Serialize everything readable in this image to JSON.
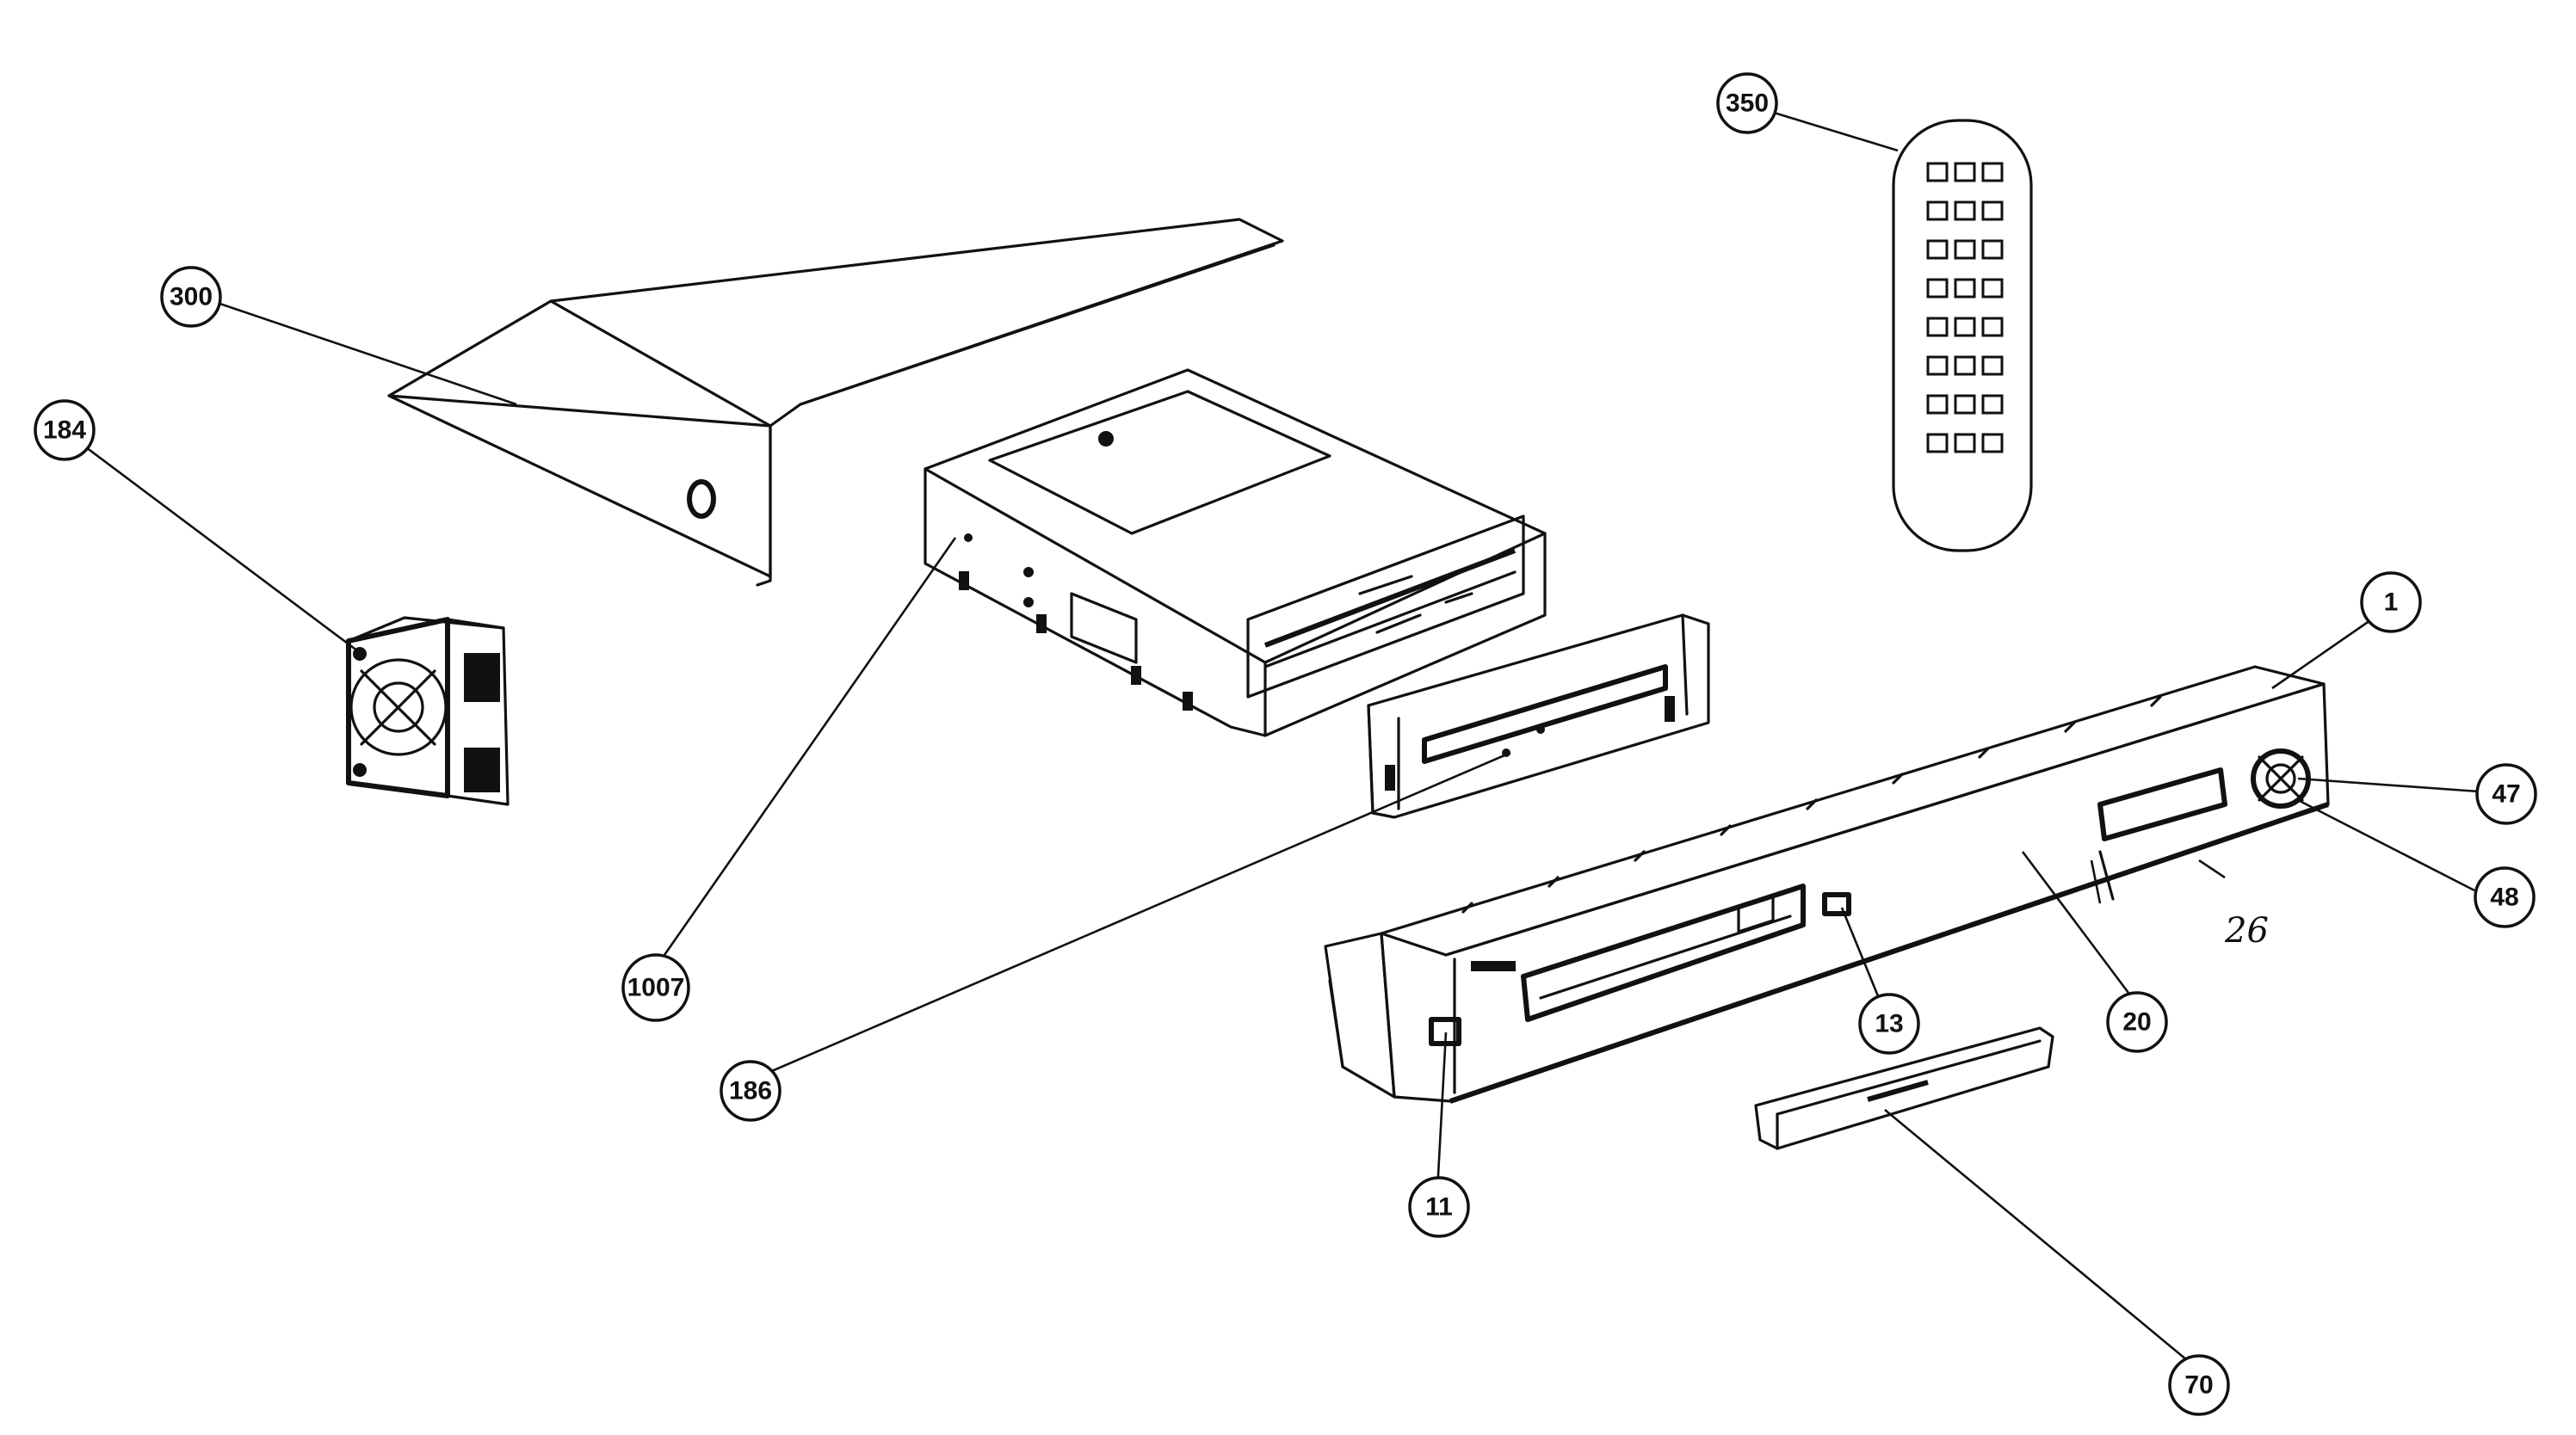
{
  "callouts": {
    "c350": "350",
    "c300": "300",
    "c184": "184",
    "c1007": "1007",
    "c186": "186",
    "c1": "1",
    "c47": "47",
    "c48": "48",
    "c26": "26",
    "c20": "20",
    "c13": "13",
    "c11": "11",
    "c70": "70"
  }
}
